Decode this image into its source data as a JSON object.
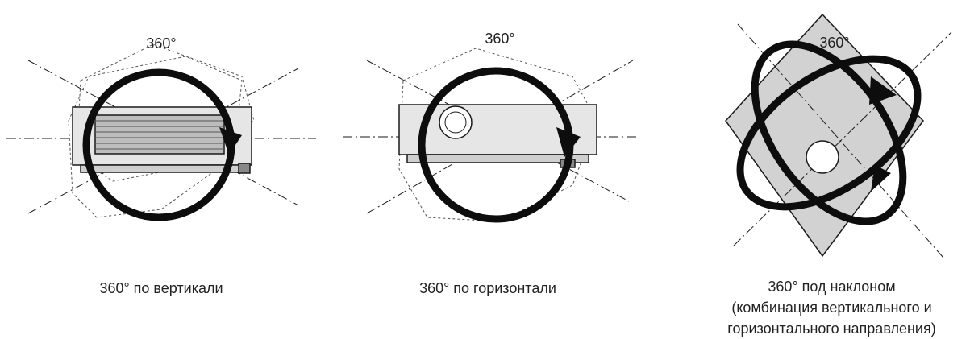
{
  "panels": [
    {
      "id": "vertical",
      "angle_label": "360°",
      "caption_lines": [
        "360° по вертикали"
      ]
    },
    {
      "id": "horizontal",
      "angle_label": "360°",
      "caption_lines": [
        "360° по горизонтали"
      ]
    },
    {
      "id": "tilt",
      "angle_label": "360°",
      "caption_lines": [
        "360° под наклоном",
        "(комбинация вертикального и",
        "горизонтального направления)"
      ]
    }
  ],
  "colors": {
    "line": "#1a1a1a",
    "projector_fill": "#e6e6e6",
    "tilt_fill": "#d2d2d2",
    "arrow": "#0d0d0d"
  }
}
